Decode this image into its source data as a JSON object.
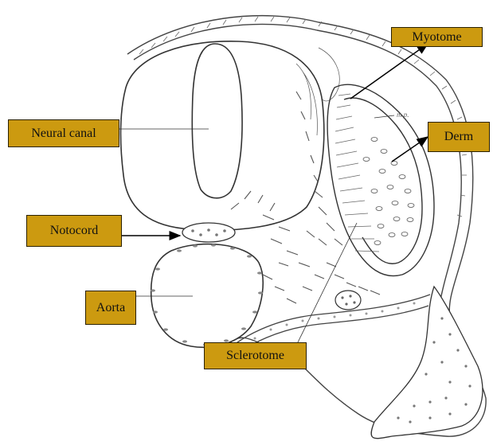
{
  "diagram": {
    "labels": {
      "myotome": "Myotome",
      "neural_canal": "Neural canal",
      "derm": "Derm",
      "notocord": "Notocord",
      "aorta": "Aorta",
      "sclerotome": "Sclerotome"
    },
    "annotation_mp": "m.p.",
    "colors": {
      "label_fill": "#cc9a10",
      "ink": "#333333",
      "background": "#ffffff"
    }
  }
}
